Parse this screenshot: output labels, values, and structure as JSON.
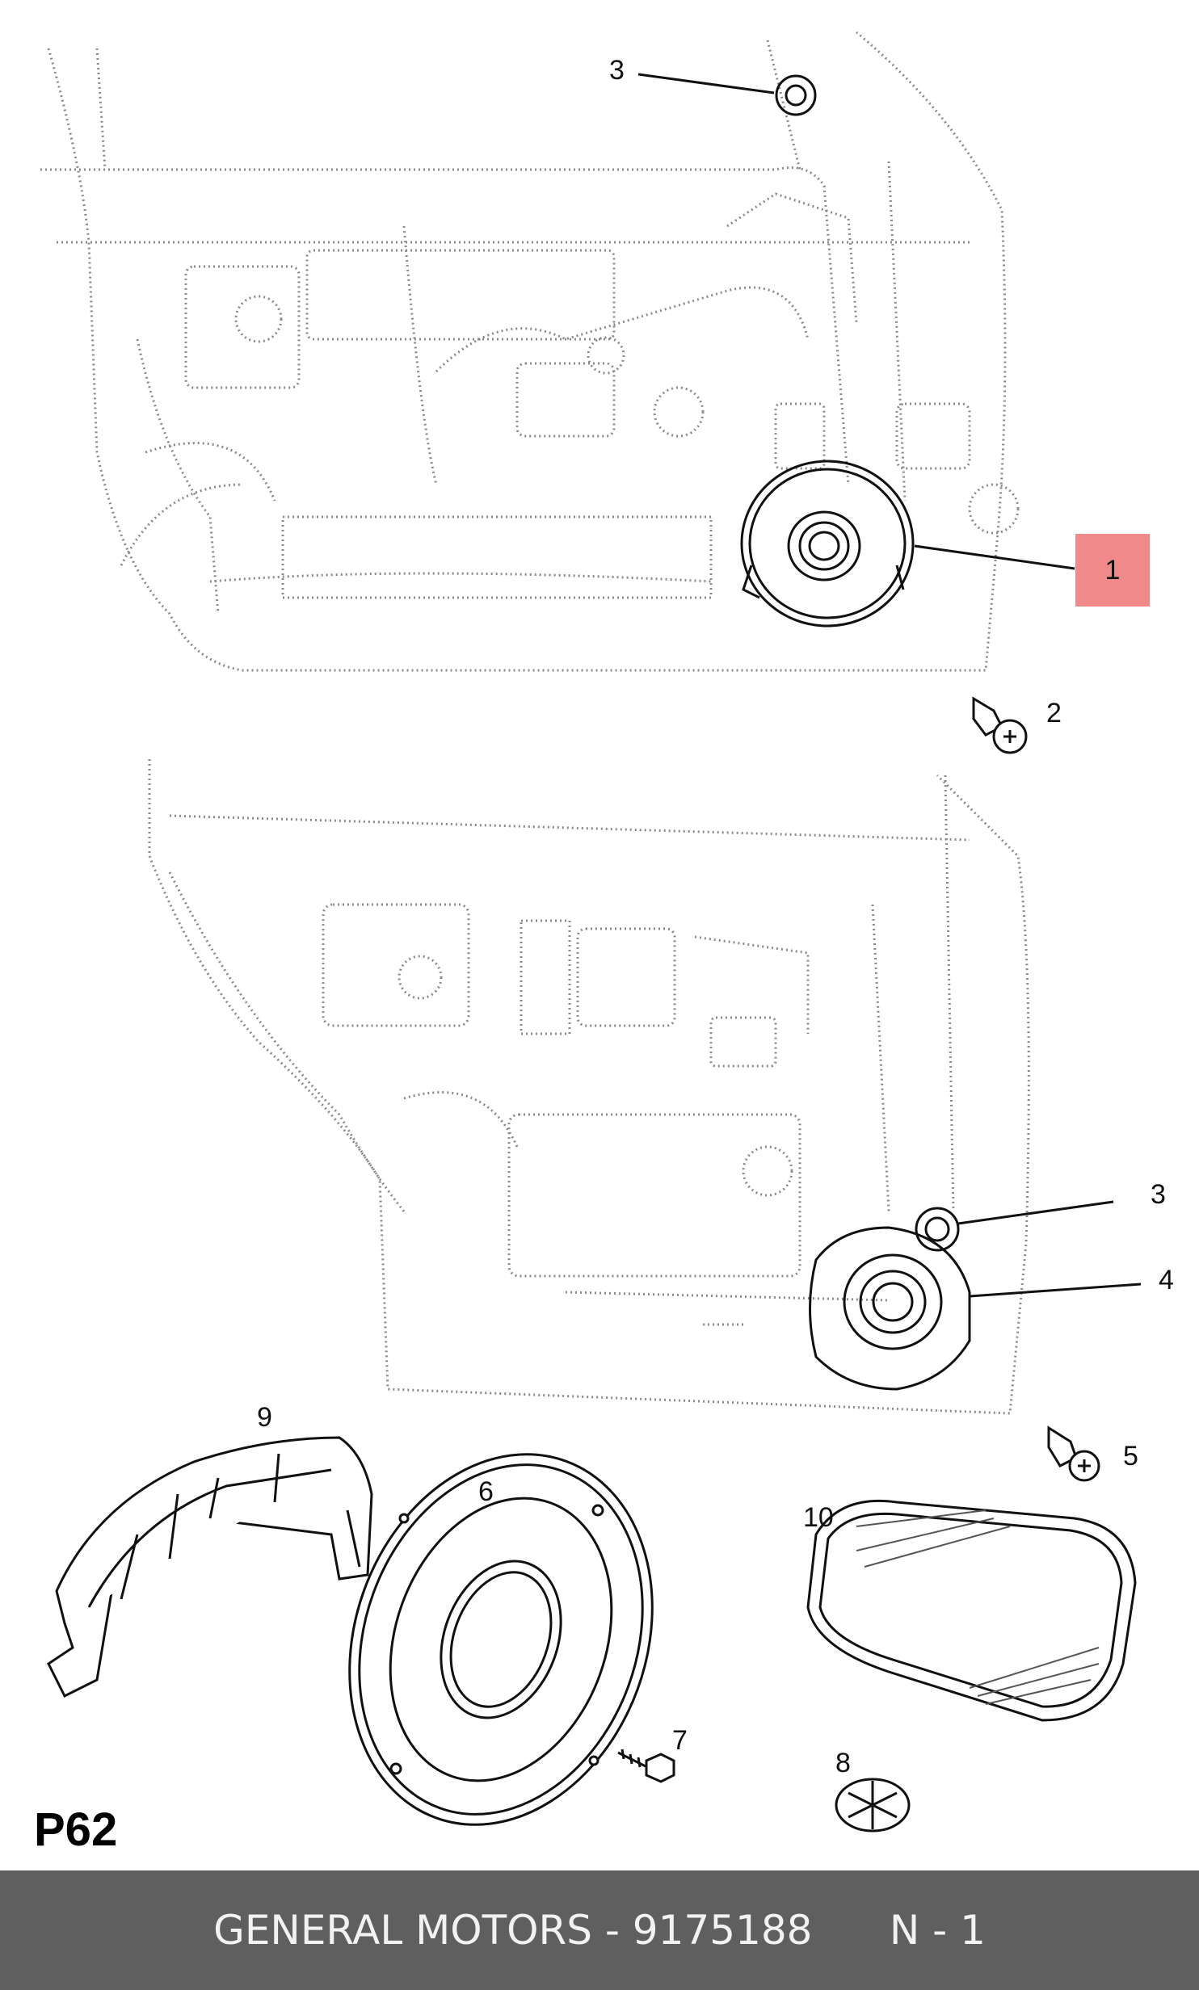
{
  "callouts": {
    "c1": "1",
    "c2": "2",
    "c3_top": "3",
    "c3_mid": "3",
    "c4": "4",
    "c5": "5",
    "c6": "6",
    "c7": "7",
    "c8": "8",
    "c9": "9",
    "c10": "10"
  },
  "page_code": "P62",
  "footer": {
    "text": "GENERAL MOTORS - 9175188      N - 1"
  },
  "colors": {
    "highlight": "#f08a8a",
    "footer_bg": "#5f5f5f",
    "line": "#111111",
    "dotted": "#8a8a8a"
  }
}
